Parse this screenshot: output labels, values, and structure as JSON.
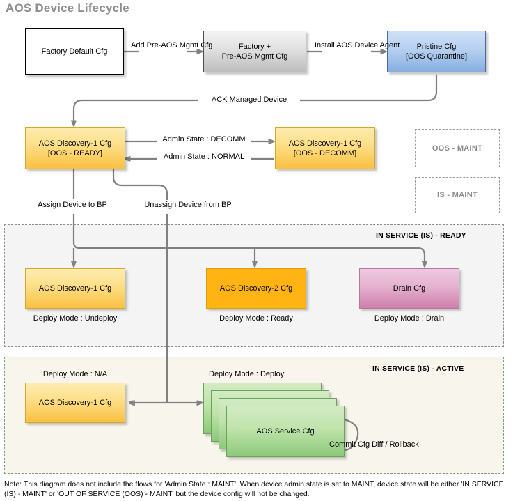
{
  "page": {
    "title": "AOS Device Lifecycle",
    "footer_note": "Note: This diagram does not include the flows for 'Admin State : MAINT'. When device admin state is set to MAINT, device state will be either 'IN SERVICE (IS) - MAINT' or 'OUT OF SERVICE (OOS) - MAINT' but the device config will not be changed."
  },
  "nodes": {
    "factory_default": {
      "label": "Factory Default Cfg",
      "style": "white"
    },
    "factory_plus": {
      "line1": "Factory +",
      "line2": "Pre-AOS Mgmt Cfg",
      "style": "gray"
    },
    "pristine": {
      "line1": "Pristine Cfg",
      "line2": "[OOS Quarantine]",
      "style": "blue"
    },
    "oos_ready": {
      "line1": "AOS Discovery-1 Cfg",
      "line2": "[OOS - READY]",
      "style": "amber"
    },
    "oos_decomm": {
      "line1": "AOS Discovery-1 Cfg",
      "line2": "[OOS - DECOMM]",
      "style": "amber"
    },
    "oos_maint": {
      "label": "OOS - MAINT",
      "style": "dashed"
    },
    "is_maint": {
      "label": "IS - MAINT",
      "style": "dashed"
    },
    "ready_discovery1": {
      "label": "AOS Discovery-1 Cfg",
      "style": "amber",
      "caption": "Deploy Mode : Undeploy"
    },
    "ready_discovery2": {
      "label": "AOS Discovery-2 Cfg",
      "style": "orange",
      "caption": "Deploy Mode : Ready"
    },
    "ready_drain": {
      "label": "Drain Cfg",
      "style": "pink",
      "caption": "Deploy Mode : Drain"
    },
    "active_discovery1": {
      "label": "AOS Discovery-1 Cfg",
      "style": "amber",
      "caption": "Deploy Mode : N/A"
    },
    "active_service": {
      "label": "AOS Service Cfg",
      "style": "green",
      "caption": "Deploy Mode : Deploy",
      "stack_count": 4
    }
  },
  "regions": {
    "is_ready": {
      "title": "IN SERVICE (IS) - READY"
    },
    "is_active": {
      "title": "IN SERVICE (IS) - ACTIVE"
    }
  },
  "edges": {
    "add_pre_aos": {
      "line1": "Add Pre-AOS",
      "line2": "Mgmt Cfg"
    },
    "install_agent": {
      "line1": "Install AOS",
      "line2": "Device Agent"
    },
    "ack_managed": {
      "label": "ACK Managed Device"
    },
    "admin_decomm": {
      "label": "Admin State : DECOMM"
    },
    "admin_normal": {
      "label": "Admin State : NORMAL"
    },
    "assign_bp": {
      "label": "Assign Device to BP"
    },
    "unassign_bp": {
      "label": "Unassign Device from BP"
    },
    "commit_rollback": {
      "label": "Commit Cfg Diff / Rollback"
    }
  },
  "colors": {
    "title": "#8f8f8f",
    "wire": "#808080",
    "amber": "#f9c141",
    "orange": "#ffb414",
    "pink": "#cf7fab",
    "green": "#8cc97a",
    "blue": "#86aee0",
    "region_ready_bg": "#f4f4f4",
    "region_active_bg": "#f8f5ec"
  }
}
